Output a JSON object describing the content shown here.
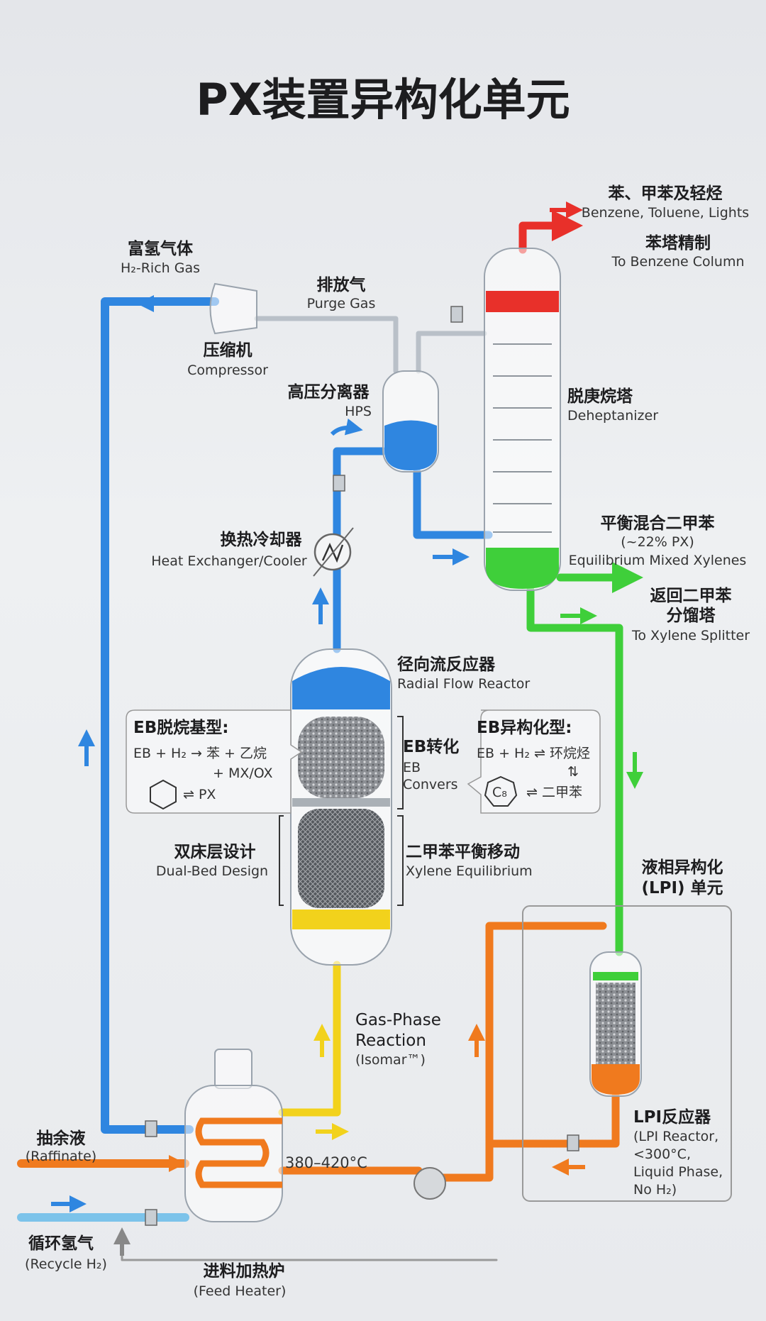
{
  "title": "PX装置异构化单元",
  "labels": {
    "benzene_zh": "苯、甲苯及轻烃",
    "benzene_en": "Benzene, Toluene, Lights",
    "bcol_zh": "苯塔精制",
    "bcol_en": "To Benzene Column",
    "h2rich_zh": "富氢气体",
    "h2rich_en": "H₂-Rich Gas",
    "purge_zh": "排放气",
    "purge_en": "Purge Gas",
    "comp_zh": "压缩机",
    "comp_en": "Compressor",
    "hps_zh": "高压分离器",
    "hps_en": "HPS",
    "dehept_zh": "脱庚烷塔",
    "dehept_en": "Deheptanizer",
    "hx_zh": "换热冷却器",
    "hx_en": "Heat Exchanger/Cooler",
    "emx_zh": "平衡混合二甲苯",
    "emx_pct": "(~22% PX)",
    "emx_en": "Equilibrium Mixed Xylenes",
    "xs_zh1": "返回二甲苯",
    "xs_zh2": "分馏塔",
    "xs_en": "To Xylene Splitter",
    "rfr_zh": "径向流反应器",
    "rfr_en": "Radial Flow Reactor",
    "ebconv_zh": "EB转化",
    "ebconv_en1": "EB",
    "ebconv_en2": "Convers",
    "dual_zh": "双床层设计",
    "dual_en": "Dual-Bed Design",
    "xeq_zh": "二甲苯平衡移动",
    "xeq_en": "Xylene Equilibrium",
    "lpi_zh1": "液相异构化",
    "lpi_zh2": "(LPI) 单元",
    "gas1": "Gas-Phase",
    "gas2": "Reaction",
    "gas3": "(Isomar™)",
    "lpir_zh": "LPI反应器",
    "lpir_1": "(LPI Reactor,",
    "lpir_2": "<300°C,",
    "lpir_3": "Liquid Phase,",
    "lpir_4": "No H₂)",
    "raff_zh": "抽余液",
    "raff_en": "(Raffinate)",
    "temp": "380–420°C",
    "rh2_zh": "循环氢气",
    "rh2_en": "(Recycle H₂)",
    "fh_zh": "进料加热炉",
    "fh_en": "(Feed Heater)"
  },
  "callouts": {
    "dealk_title": "EB脱烷基型:",
    "dealk_l1": "EB + H₂ → 苯 + 乙烷",
    "dealk_l2": "+ MX/OX",
    "dealk_l3": "⇌ PX",
    "iso_title": "EB异构化型:",
    "iso_l1": "EB + H₂ ⇌ 环烷烃",
    "iso_l2": "⇅",
    "iso_c8": "C₈",
    "iso_l3": "⇌ 二甲苯"
  },
  "colors": {
    "blue": "#2f86e0",
    "red": "#e8302a",
    "green": "#3fcf3a",
    "yellow": "#f2d21c",
    "orange": "#f07a1e",
    "lightblue": "#7cc3ea"
  }
}
